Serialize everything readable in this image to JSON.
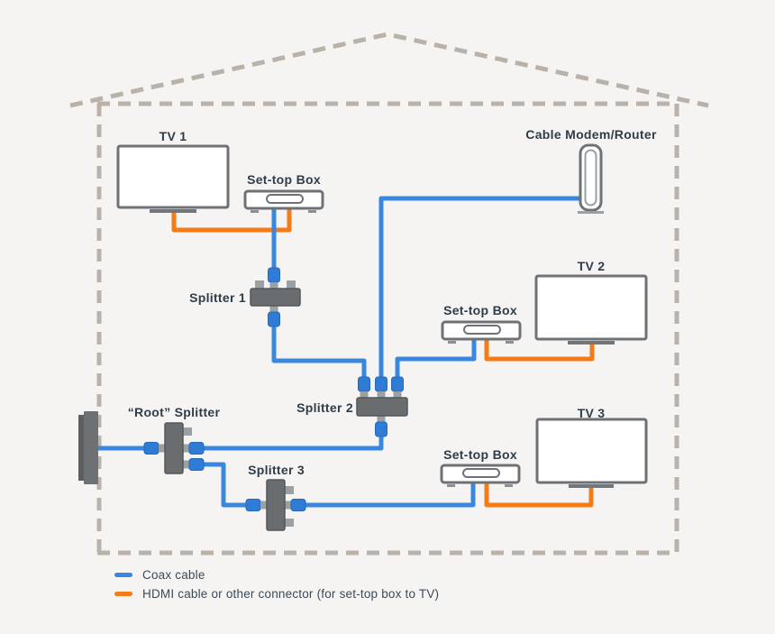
{
  "diagram": {
    "labels": {
      "tv1": "TV 1",
      "tv2": "TV 2",
      "tv3": "TV 3",
      "stb1": "Set-top Box",
      "stb2": "Set-top Box",
      "stb3": "Set-top Box",
      "modem": "Cable Modem/Router",
      "splitter1": "Splitter 1",
      "splitter2": "Splitter 2",
      "splitter3": "Splitter 3",
      "root_splitter": "“Root” Splitter"
    },
    "legend": {
      "items": [
        {
          "icon": "coax-line-swatch",
          "label": "Coax cable",
          "color": "#3a87e0"
        },
        {
          "icon": "hdmi-line-swatch",
          "label": "HDMI cable or other connector (for set-top box to TV)",
          "color": "#f57b17"
        }
      ]
    },
    "connections": [
      {
        "from": "wall entry",
        "to": "“Root” Splitter",
        "type": "coax"
      },
      {
        "from": "“Root” Splitter",
        "to": "Splitter 2",
        "type": "coax"
      },
      {
        "from": "“Root” Splitter",
        "to": "Splitter 3",
        "type": "coax"
      },
      {
        "from": "Splitter 2",
        "to": "Cable Modem/Router",
        "type": "coax"
      },
      {
        "from": "Splitter 2",
        "to": "Splitter 1",
        "type": "coax"
      },
      {
        "from": "Splitter 2",
        "to": "Set-top Box 2",
        "type": "coax"
      },
      {
        "from": "Splitter 1",
        "to": "Set-top Box 1",
        "type": "coax"
      },
      {
        "from": "Splitter 3",
        "to": "Set-top Box 3",
        "type": "coax"
      },
      {
        "from": "Set-top Box 1",
        "to": "TV 1",
        "type": "hdmi"
      },
      {
        "from": "Set-top Box 2",
        "to": "TV 2",
        "type": "hdmi"
      },
      {
        "from": "Set-top Box 3",
        "to": "TV 3",
        "type": "hdmi"
      }
    ],
    "colors": {
      "coax": "#3a87e0",
      "coax_plug": "#2e7cd6",
      "hdmi": "#f57b17",
      "wall_dash": "#bab2a8",
      "device_border": "#6e7276",
      "device_fill": "#ffffff",
      "stand": "#71767a",
      "splitter_body": "#696d6f",
      "splitter_edge": "#55585a",
      "port_nub": "#9aa0a3",
      "label_text": "#2e3d49",
      "legend_text": "#3d4a55",
      "background": "#f5f4f3",
      "wall_plate_dark": "#5c5f61",
      "wall_plate": "#6e7173"
    }
  }
}
